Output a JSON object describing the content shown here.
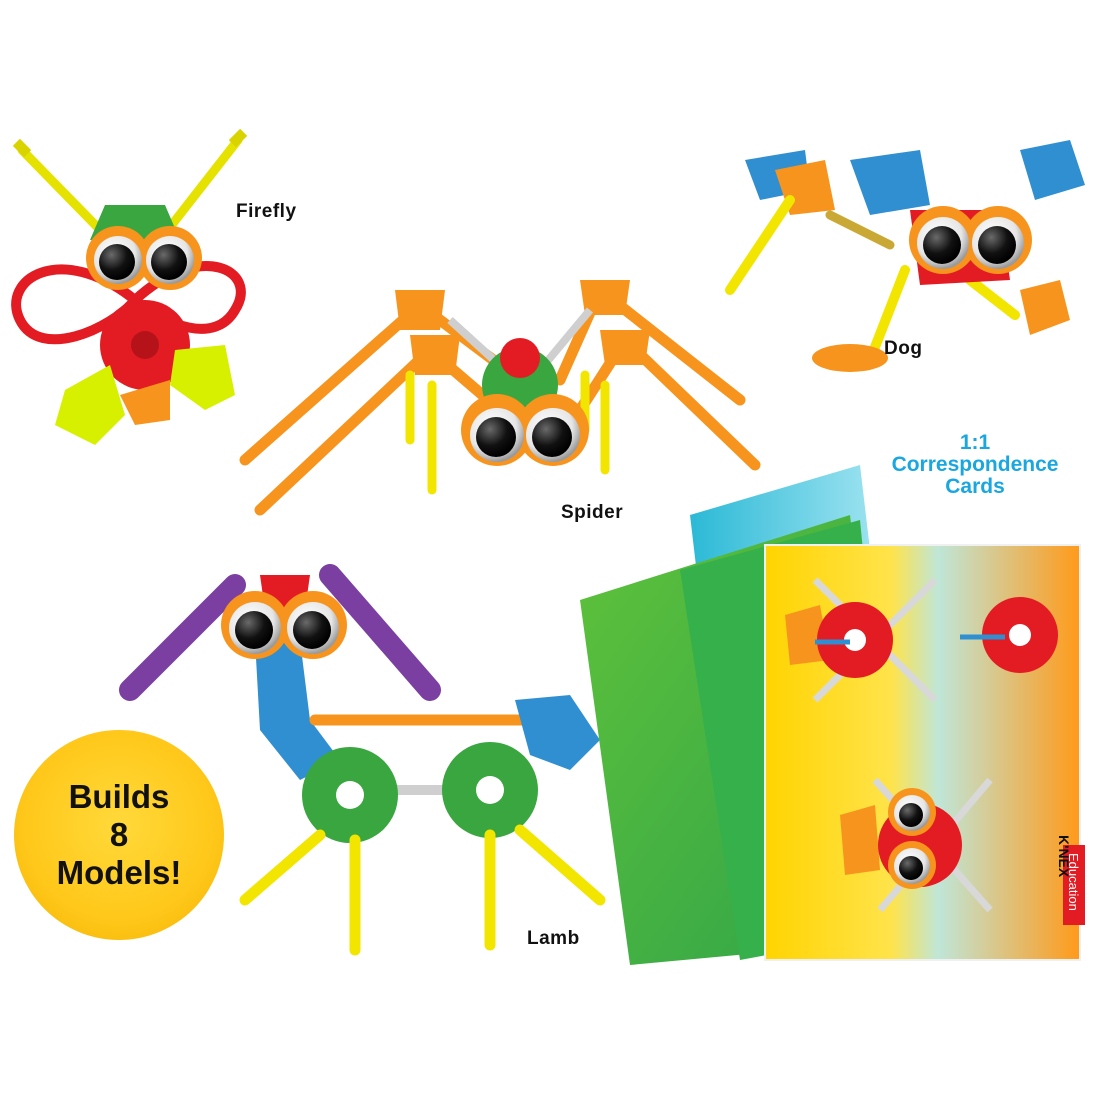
{
  "models": [
    {
      "name": "Firefly"
    },
    {
      "name": "Spider"
    },
    {
      "name": "Dog"
    },
    {
      "name": "Lamb"
    }
  ],
  "cards": {
    "title_line1": "1:1",
    "title_line2": "Correspondence",
    "title_line3": "Cards",
    "brand_top": "K'NEX",
    "brand_bottom": "Education"
  },
  "badge": {
    "line1": "Builds",
    "line2": "8",
    "line3": "Models!"
  },
  "colors": {
    "orange": "#f7941d",
    "red": "#e31b23",
    "green": "#3aa63f",
    "yellow": "#f2e600",
    "blue": "#2f8fd0",
    "purple": "#7a3fa1",
    "light_green": "#c8e63c",
    "title_blue": "#1aa7e0",
    "badge_yellow": "#ffc81a"
  }
}
